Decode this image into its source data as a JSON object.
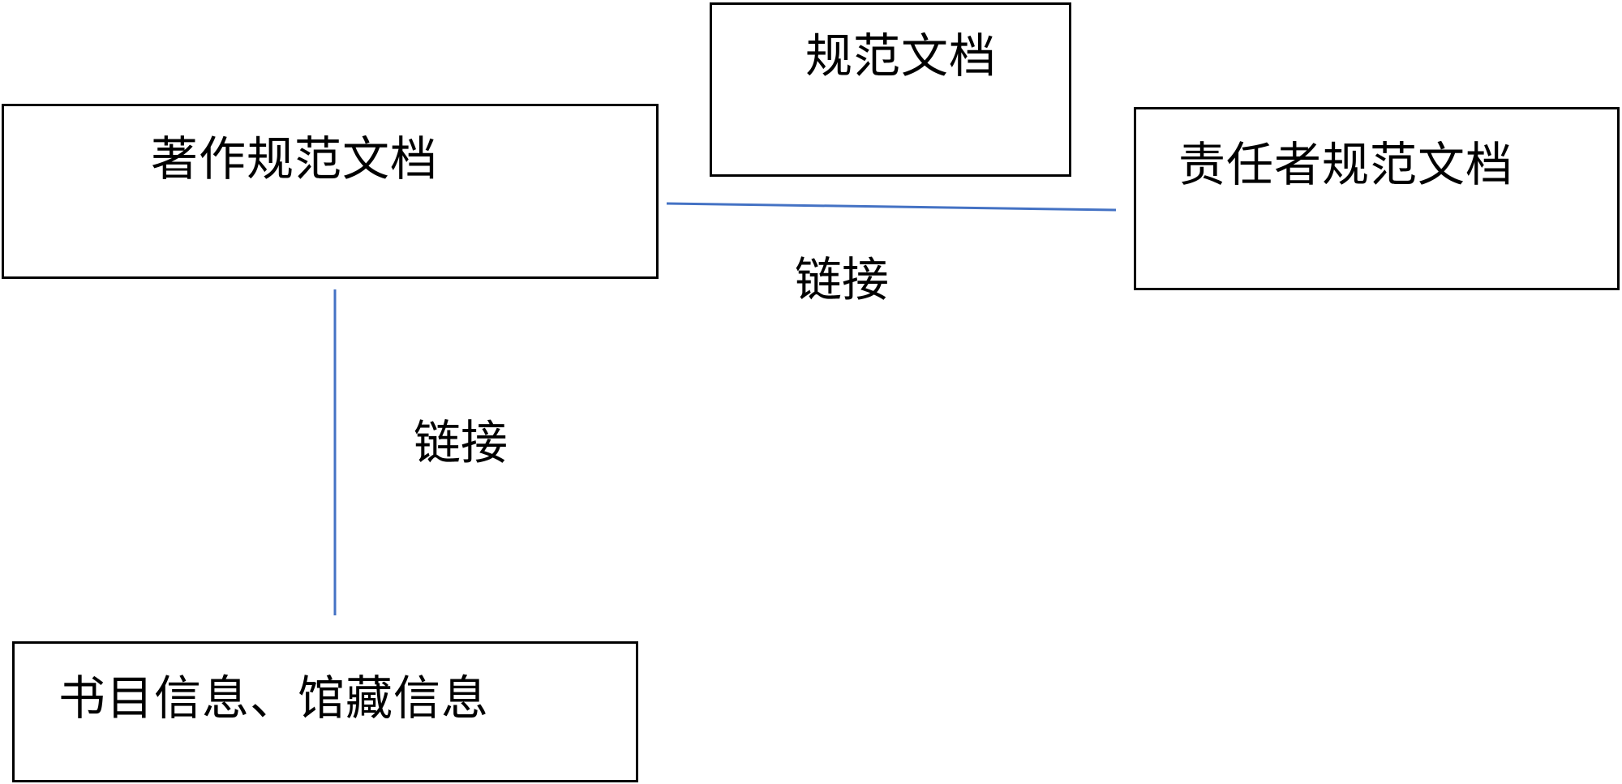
{
  "diagram": {
    "nodes": {
      "authority_doc": {
        "label": "规范文档"
      },
      "work_authority_doc": {
        "label": "著作规范文档"
      },
      "agent_authority_doc": {
        "label": "责任者规范文档"
      },
      "bib_holdings_info": {
        "label": "书目信息、馆藏信息"
      }
    },
    "edges": {
      "work_to_agent": {
        "label": "链接"
      },
      "work_to_bib": {
        "label": "链接"
      }
    },
    "colors": {
      "box_border": "#000000",
      "connector": "#4472C4",
      "text": "#000000"
    }
  }
}
